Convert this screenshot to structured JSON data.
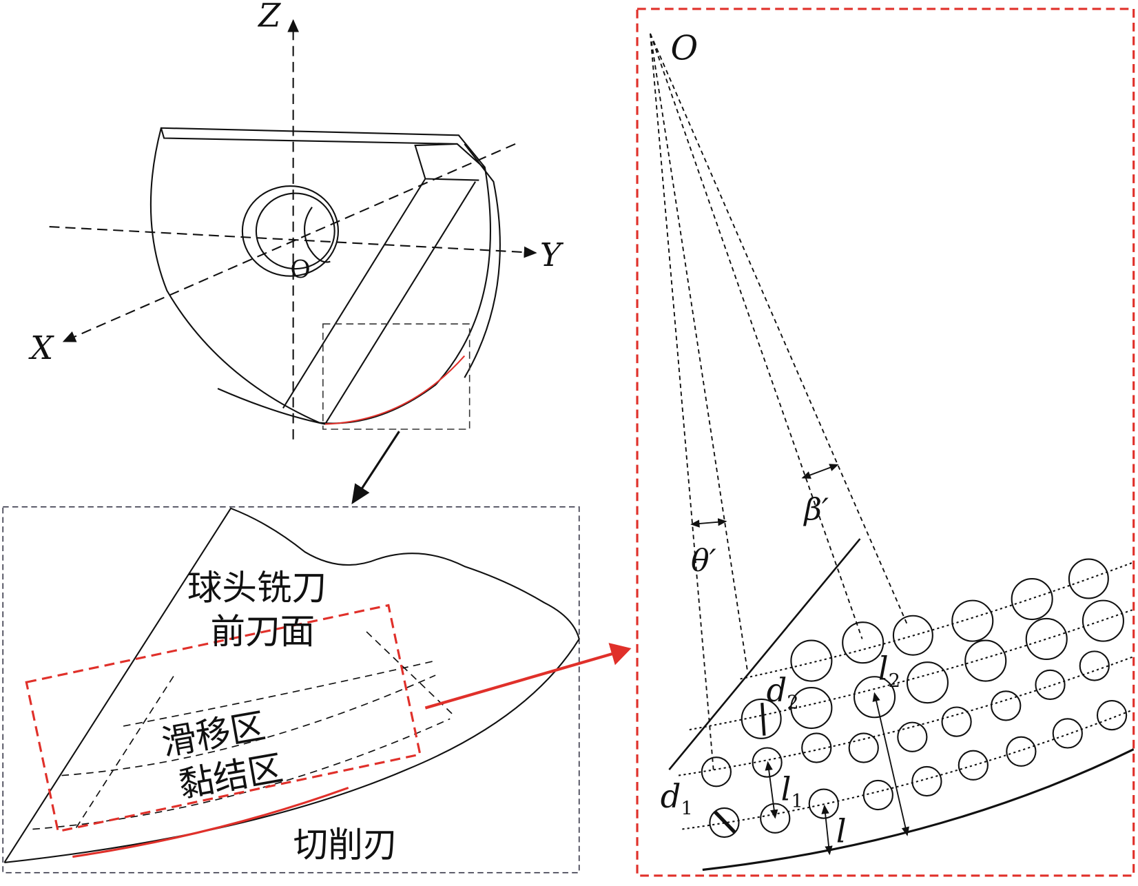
{
  "axes": {
    "z": "Z",
    "y": "Y",
    "x": "X",
    "origin": "O"
  },
  "tool_labels": {
    "rake_face_line1": "球头铣刀",
    "rake_face_line2": "前刀面",
    "slip_zone": "滑移区",
    "stick_zone": "黏结区",
    "cutting_edge": "切削刃"
  },
  "detail_labels": {
    "origin": "O",
    "theta": "θ′",
    "beta": "β′",
    "d1": "d",
    "d1_sub": "1",
    "d2": "d",
    "d2_sub": "2",
    "l1": "l",
    "l1_sub": "1",
    "l2": "l",
    "l2_sub": "2",
    "l": "l"
  },
  "colors": {
    "highlight": "#e0302a",
    "line": "#111111",
    "frame": "#333344"
  }
}
